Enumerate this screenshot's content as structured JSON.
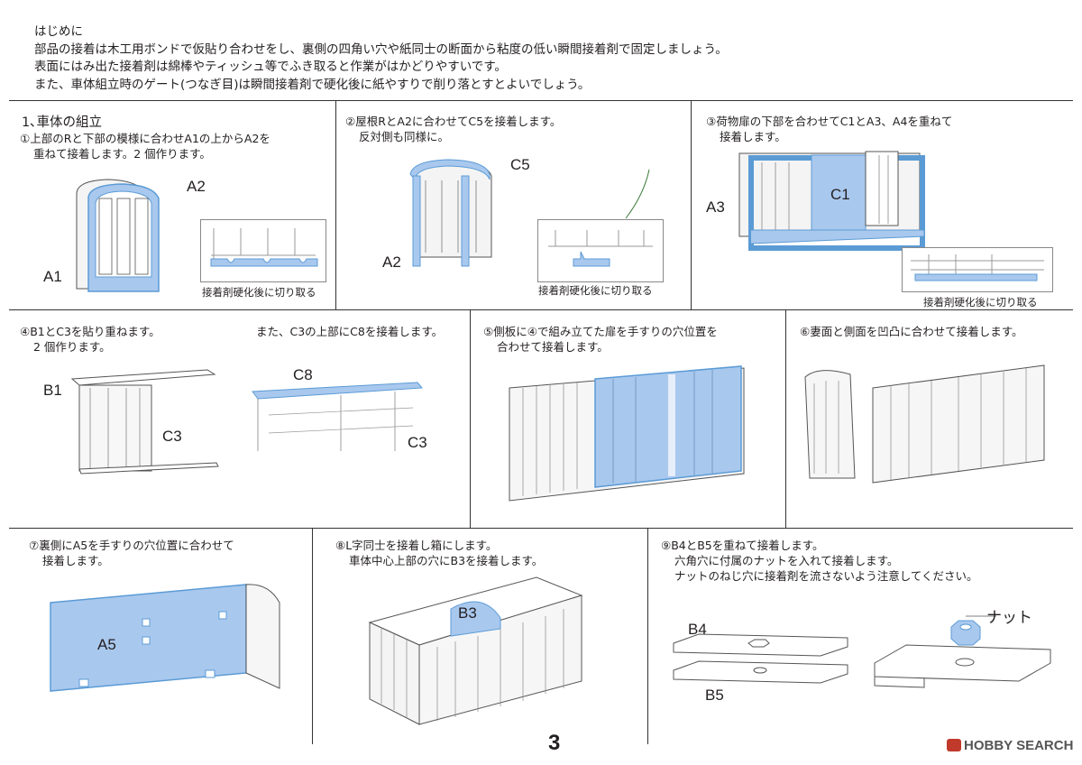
{
  "intro": {
    "line1": "はじめに",
    "line2": "部品の接着は木工用ボンドで仮貼り合わせをし、裏側の四角い穴や紙同士の断面から粘度の低い瞬間接着剤で固定しましょう。",
    "line3": "表面にはみ出た接着剤は綿棒やティッシュ等でふき取ると作業がはかどりやすいです。",
    "line4": "また、車体組立時のゲート(つなぎ目)は瞬間接着剤で硬化後に紙やすりで削り落とすとよいでしょう。"
  },
  "section_title": "1､車体の組立",
  "steps": {
    "s1": {
      "line1": "①上部のRと下部の模様に合わせA1の上からA2を",
      "line2": "重ねて接着します。2 個作ります。",
      "label_a": "A2",
      "label_b": "A1",
      "caption": "接着剤硬化後に切り取る"
    },
    "s2": {
      "line1": "②屋根RとA2に合わせてC5を接着します。",
      "line2": "反対側も同様に。",
      "label_a": "C5",
      "label_b": "A2",
      "caption": "接着剤硬化後に切り取る"
    },
    "s3": {
      "line1": "③荷物扉の下部を合わせてC1とA3、A4を重ねて",
      "line2": "接着します。",
      "label_a": "C1",
      "label_b": "A3",
      "caption": "接着剤硬化後に切り取る"
    },
    "s4": {
      "line1": "④B1とC3を貼り重ねます。",
      "line2": "2 個作ります。",
      "line3": "また、C3の上部にC8を接着します。",
      "label_a": "B1",
      "label_b": "C3",
      "label_c": "C8",
      "label_d": "C3"
    },
    "s5": {
      "line1": "⑤側板に④で組み立てた扉を手すりの穴位置を",
      "line2": "合わせて接着します。"
    },
    "s6": {
      "line1": "⑥妻面と側面を凹凸に合わせて接着します。"
    },
    "s7": {
      "line1": "⑦裏側にA5を手すりの穴位置に合わせて",
      "line2": "接着します。",
      "label_a": "A5"
    },
    "s8": {
      "line1": "⑧L字同士を接着し箱にします。",
      "line2": "車体中心上部の穴にB3を接着します。",
      "label_a": "B3"
    },
    "s9": {
      "line1": "⑨B4とB5を重ねて接着します。",
      "line2": "六角穴に付属のナットを入れて接着します。",
      "line3": "ナットのねじ穴に接着剤を流さないよう注意してください。",
      "label_a": "B4",
      "label_b": "B5",
      "label_c": "ナット"
    }
  },
  "page_number": "3",
  "brand": "HOBBY SEARCH",
  "colors": {
    "highlight": "#a9c8ee",
    "highlight_edge": "#5b9bd5",
    "line": "#333333"
  }
}
